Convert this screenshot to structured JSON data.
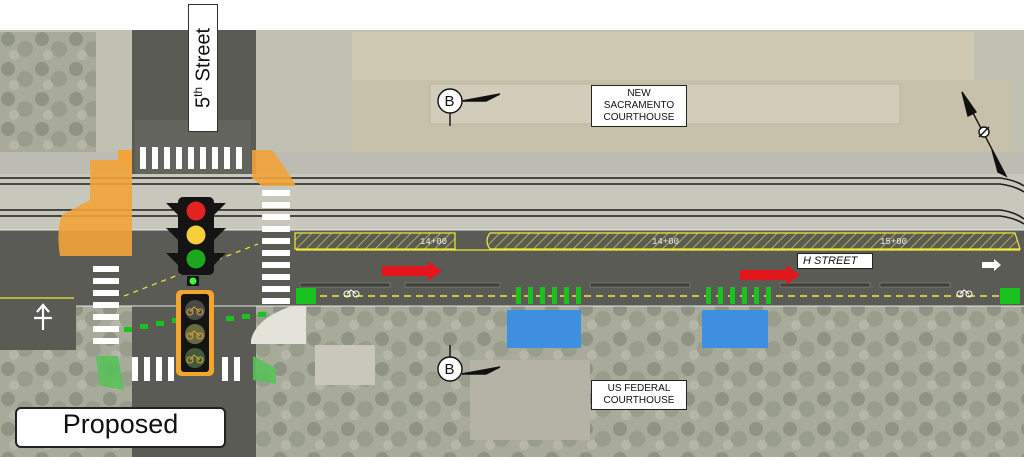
{
  "title": "Proposed",
  "cross_street": {
    "name": "5",
    "suffix": "th",
    "word": "Street"
  },
  "main_street": "H STREET",
  "buildings": {
    "north": [
      "NEW",
      "SACRAMENTO",
      "COURTHOUSE"
    ],
    "south": [
      "US FEDERAL",
      "COURTHOUSE"
    ]
  },
  "section_marker": "B",
  "stations": [
    "14+00",
    "14+00",
    "15+00"
  ],
  "colors": {
    "bike_lane_green": "#19c21e",
    "curb_extension_orange": "#f2a33a",
    "loading_zone_blue": "#3f8fe0",
    "hatch_yellow": "#f1ea3a",
    "direction_arrow_red": "#e3161b",
    "signal_red": "#e32222",
    "signal_yellow": "#f6cf3b",
    "signal_green": "#1ea71e",
    "bike_signal_orange": "#f3a62b"
  },
  "icons": [
    "traffic-signal-icon",
    "bike-signal-icon",
    "north-arrow-icon",
    "section-marker-icon",
    "direction-arrow-icon",
    "bicycle-symbol-icon"
  ]
}
